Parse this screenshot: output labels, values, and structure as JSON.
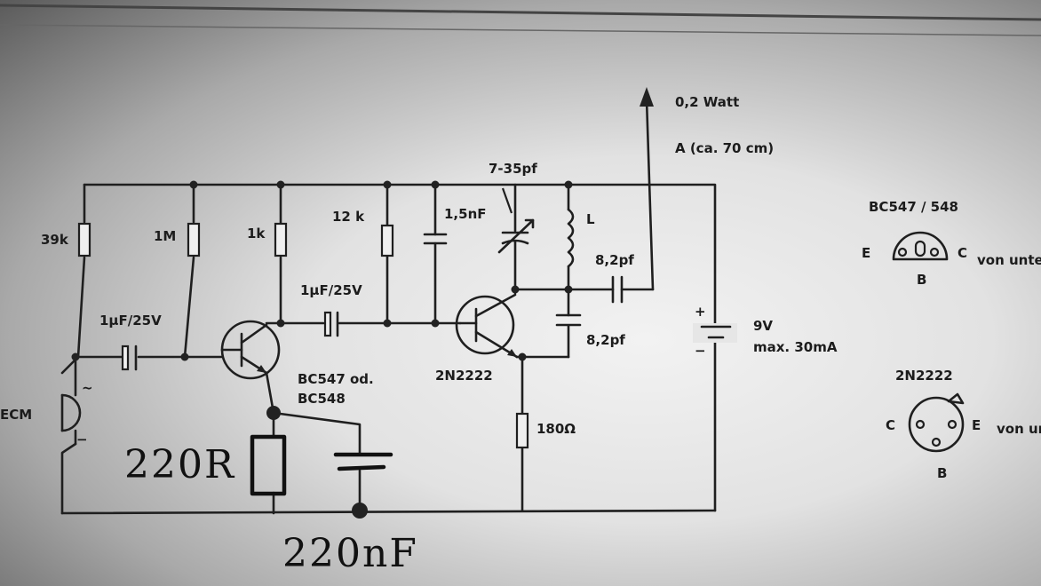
{
  "labels": {
    "r_39k": "39k",
    "r_1m": "1M",
    "r_1k": "1k",
    "r_12k": "12 k",
    "c_1_5nf": "1,5nF",
    "c_trim": "7-35pf",
    "coil": "L",
    "c_8_2pf_out": "8,2pf",
    "c_8_2pf_fb": "8,2pf",
    "c_1uf_in": "1µF/25V",
    "c_1uf_mid": "1µF/25V",
    "q1_line1": "BC547 od.",
    "q1_line2": "BC548",
    "q2": "2N2222",
    "r_180": "180Ω",
    "ant_power": "0,2 Watt",
    "ant_len": "A  (ca. 70 cm)",
    "bat_volt": "9V",
    "bat_curr": "max. 30mA",
    "bat_plus": "+",
    "bat_minus": "−",
    "ecm": "ECM",
    "ecm_tilde": "~",
    "ecm_minus": "−",
    "hand_res": "220R",
    "hand_cap": "220nF"
  },
  "pinouts": {
    "bc547": {
      "title": "BC547 / 548",
      "left": "E",
      "right": "C",
      "bottom": "B",
      "note": "von unten"
    },
    "n2222": {
      "title": "2N2222",
      "left": "C",
      "right": "E",
      "bottom": "B",
      "note": "von unten"
    }
  }
}
